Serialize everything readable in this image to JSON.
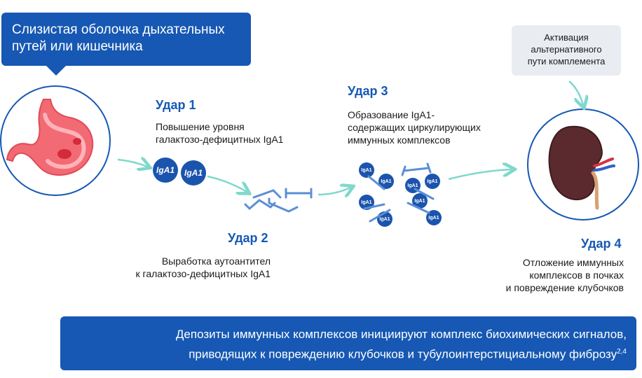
{
  "callout_top": "Слизистая оболочка дыхательных путей или кишечника",
  "hit1": {
    "title": "Удар 1",
    "text_line1": "Повышение уровня",
    "text_line2": "галактозо-дефицитных IgA1"
  },
  "hit2": {
    "title": "Удар 2",
    "text_line1": "Выработка аутоантител",
    "text_line2": "к галактозо-дефицитных IgA1"
  },
  "hit3": {
    "title": "Удар 3",
    "text_line1": "Образование IgA1-",
    "text_line2": "содержащих циркулирующих",
    "text_line3": "иммунных комплексов"
  },
  "hit4": {
    "title": "Удар 4",
    "text_line1": "Отложение иммунных",
    "text_line2": "комплексов в почках",
    "text_line3": "и повреждение клубочков"
  },
  "note": {
    "line1": "Активация",
    "line2": "альтернативного",
    "line3": "пути комплемента"
  },
  "iga_label": "IgA1",
  "bottom": {
    "line1": "Депозиты иммунных комплексов инициируют комплекс биохимических сигналов,",
    "line2": "приводящих к повреждению клубочков и тубулоинтерстициальному фиброзу",
    "sup": "2,4"
  },
  "colors": {
    "primary": "#1658b3",
    "arrow": "#7fd8cc",
    "antibody": "#5b8fd6",
    "note_bg": "#e9edf2"
  }
}
